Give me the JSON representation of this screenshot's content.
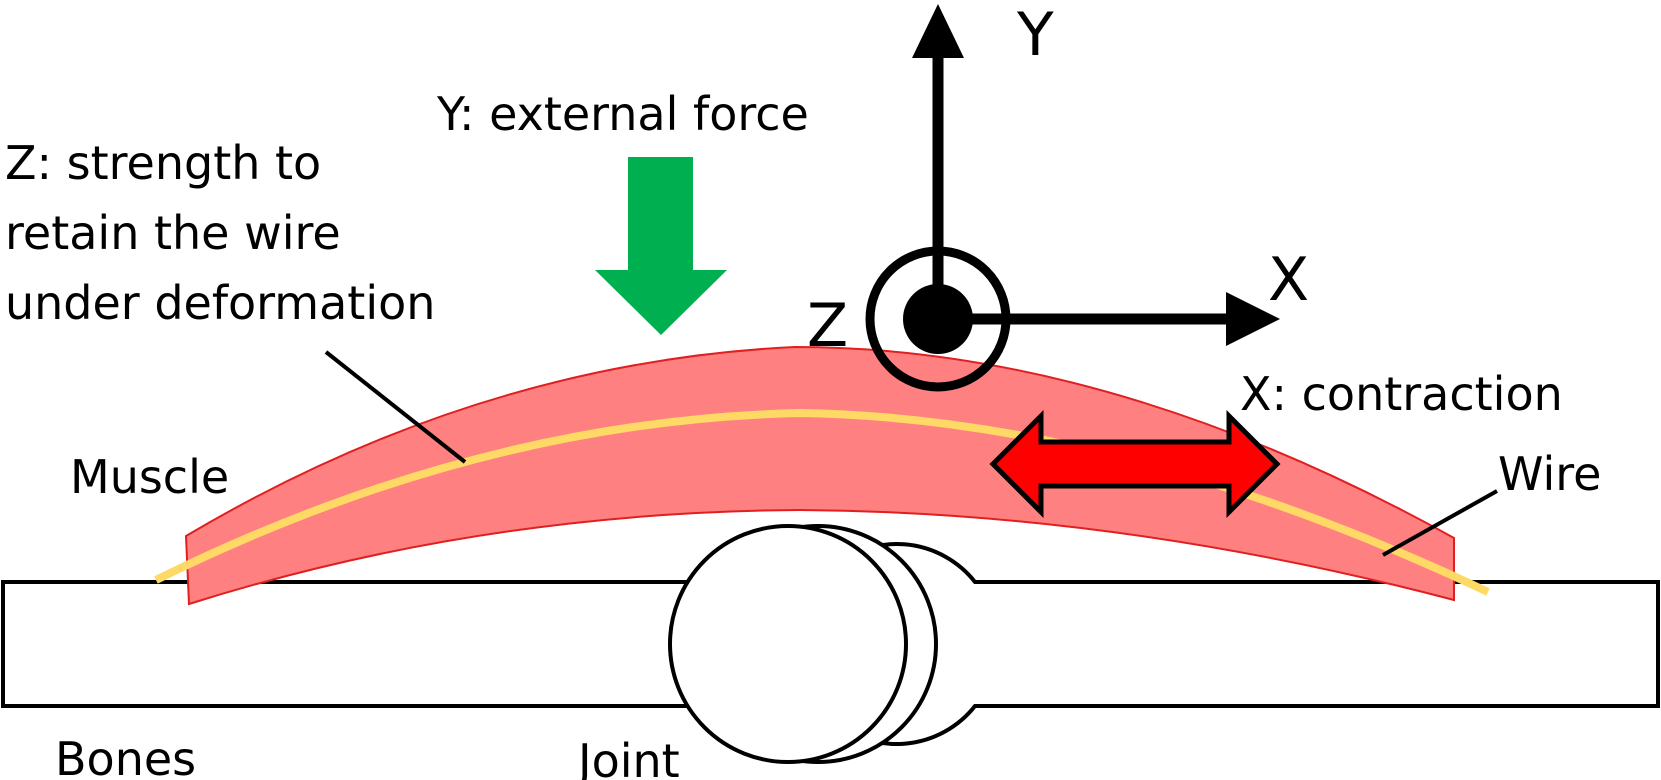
{
  "labels": {
    "z_description": [
      "Z: strength to",
      "retain the wire",
      "under deformation"
    ],
    "y_force": "Y: external force",
    "x_contraction": "X: contraction",
    "muscle": "Muscle",
    "wire": "Wire",
    "bones": "Bones",
    "joint": "Joint",
    "axis_y": "Y",
    "axis_x": "X",
    "axis_z": "Z"
  },
  "colors": {
    "muscle_fill": "#ff8080",
    "muscle_stroke": "#e02020",
    "wire": "#ffd966",
    "external_force_arrow": "#00b050",
    "contraction_arrow": "#ff0000",
    "outline": "#000000",
    "background": "#ffffff"
  }
}
